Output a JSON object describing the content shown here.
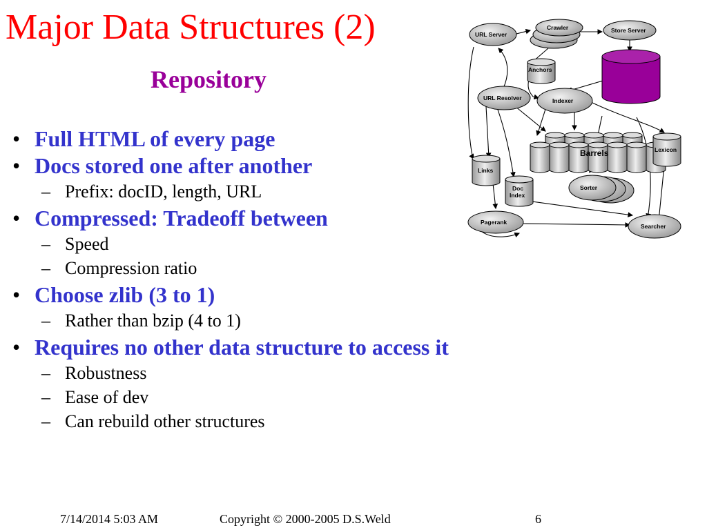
{
  "slide": {
    "title": "Major Data Structures (2)",
    "subtitle": "Repository"
  },
  "bullets": [
    {
      "text": "Full HTML of every page",
      "subs": []
    },
    {
      "text": "Docs stored one after another",
      "subs": [
        "Prefix: docID, length, URL"
      ]
    },
    {
      "text": "Compressed: Tradeoff between",
      "subs": [
        "Speed",
        "Compression ratio"
      ]
    },
    {
      "text": "Choose zlib (3 to 1)",
      "subs": [
        "Rather than bzip (4 to 1)"
      ]
    },
    {
      "text": "Requires no other data structure to access it",
      "subs": [
        "Robustness",
        "Ease of dev",
        "Can rebuild other structures"
      ]
    }
  ],
  "diagram": {
    "labels": {
      "url_server": "URL Server",
      "crawler": "Crawler",
      "store_server": "Store Server",
      "anchors": "Anchors",
      "url_resolver": "URL Resolver",
      "indexer": "Indexer",
      "barrels": "Barrels",
      "lexicon": "Lexicon",
      "links": "Links",
      "doc_index_1": "Doc",
      "doc_index_2": "Index",
      "sorter": "Sorter",
      "pagerank": "Pagerank",
      "searcher": "Searcher"
    },
    "colors": {
      "repository": "#990099",
      "node": "#c8c8c8"
    }
  },
  "footer": {
    "date": "7/14/2014 5:03 AM",
    "copyright": "Copyright © 2000-2005 D.S.Weld",
    "page": "6"
  }
}
